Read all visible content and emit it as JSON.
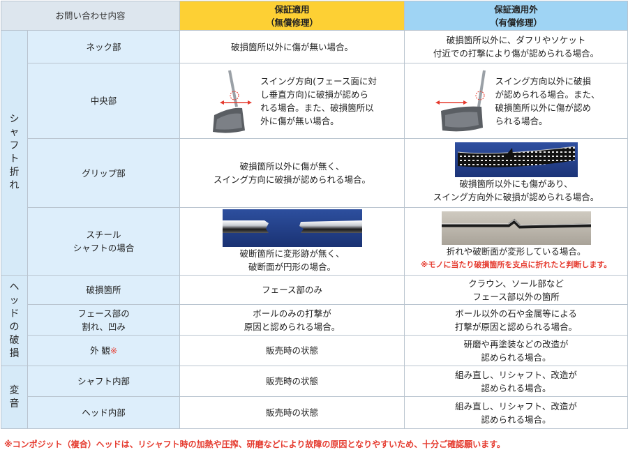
{
  "header": {
    "inquiry": "お問い合わせ内容",
    "covered_line1": "保証適用",
    "covered_line2": "（無償修理）",
    "not_covered_line1": "保証適用外",
    "not_covered_line2": "（有償修理）"
  },
  "groups": {
    "shaft": "シャフト折れ",
    "head": "ヘッドの破損",
    "sound": "変音"
  },
  "rows": {
    "neck": {
      "label": "ネック部",
      "covered": "破損箇所以外に傷が無い場合。",
      "not_covered_1": "破損箇所以外に、ダフリやソケット",
      "not_covered_2": "付近での打撃により傷が認められる場合。"
    },
    "center": {
      "label": "中央部",
      "covered_1": "スイング方向(フェース面に対",
      "covered_2": "し垂直方向)に破損が認めら",
      "covered_3": "れる場合。また、破損箇所以",
      "covered_4": "外に傷が無い場合。",
      "not_covered_1": "スイング方向以外に破損",
      "not_covered_2": "が認められる場合。また、",
      "not_covered_3": "破損箇所以外に傷が認め",
      "not_covered_4": "られる場合。"
    },
    "grip": {
      "label": "グリップ部",
      "covered_1": "破損箇所以外に傷が無く、",
      "covered_2": "スイング方向に破損が認められる場合。",
      "not_covered_1": "破損箇所以外にも傷があり、",
      "not_covered_2": "スイング方向外に破損が認められる場合。"
    },
    "steel": {
      "label_1": "スチール",
      "label_2": "シャフトの場合",
      "covered_1": "破断箇所に変形跡が無く、",
      "covered_2": "破断面が円形の場合。",
      "not_covered_1": "折れや破断面が変形している場合。",
      "not_covered_note": "※モノに当たり破損箇所を支点に折れたと判断します。"
    },
    "damage_area": {
      "label": "破損箇所",
      "covered": "フェース部のみ",
      "not_covered_1": "クラウン、ソール部など",
      "not_covered_2": "フェース部以外の箇所"
    },
    "face_crack": {
      "label_1": "フェース部の",
      "label_2": "割れ、凹み",
      "covered_1": "ボールのみの打撃が",
      "covered_2": "原因と認められる場合。",
      "not_covered_1": "ボール以外の石や金属等による",
      "not_covered_2": "打撃が原因と認められる場合。"
    },
    "appearance": {
      "label": "外 観",
      "mark": "※",
      "covered": "販売時の状態",
      "not_covered_1": "研磨や再塗装などの改造が",
      "not_covered_2": "認められる場合。"
    },
    "shaft_inner": {
      "label": "シャフト内部",
      "covered": "販売時の状態",
      "not_covered_1": "組み直し、リシャフト、改造が",
      "not_covered_2": "認められる場合。"
    },
    "head_inner": {
      "label": "ヘッド内部",
      "covered": "販売時の状態",
      "not_covered_1": "組み直し、リシャフト、改造が",
      "not_covered_2": "認められる場合。"
    }
  },
  "footer_note": "※コンポジット（複合）ヘッドは、リシャフト時の加熱や圧搾、研磨などにより故障の原因となりやすいため、十分ご確認願います。",
  "colors": {
    "covered_header": "#fdd034",
    "not_covered_header": "#9fd4f4",
    "group_bg": "#d6eaf8",
    "note_red": "#e53b2f"
  }
}
